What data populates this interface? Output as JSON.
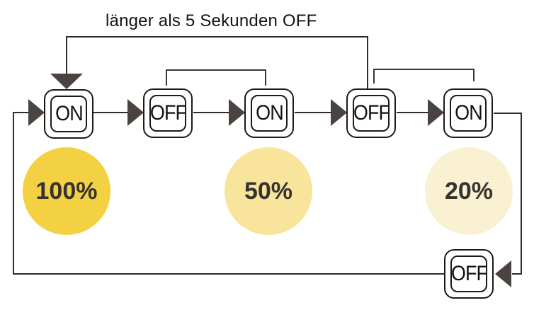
{
  "diagram": {
    "annotation": "länger als 5 Sekunden OFF",
    "states": [
      {
        "label": "ON"
      },
      {
        "label": "OFF"
      },
      {
        "label": "ON"
      },
      {
        "label": "OFF"
      },
      {
        "label": "ON"
      },
      {
        "label": "OFF"
      }
    ],
    "brightness_levels": [
      {
        "label": "100%",
        "color": "#F4D143"
      },
      {
        "label": "50%",
        "color": "#F8E49A"
      },
      {
        "label": "20%",
        "color": "#FAF0D2"
      }
    ],
    "colors": {
      "line": "#2F2B28",
      "arrow": "#4A4340",
      "button_border": "#1A1A1A",
      "button_text": "#121110",
      "percent_text": "#363230",
      "background": "#FFFFFF"
    }
  }
}
